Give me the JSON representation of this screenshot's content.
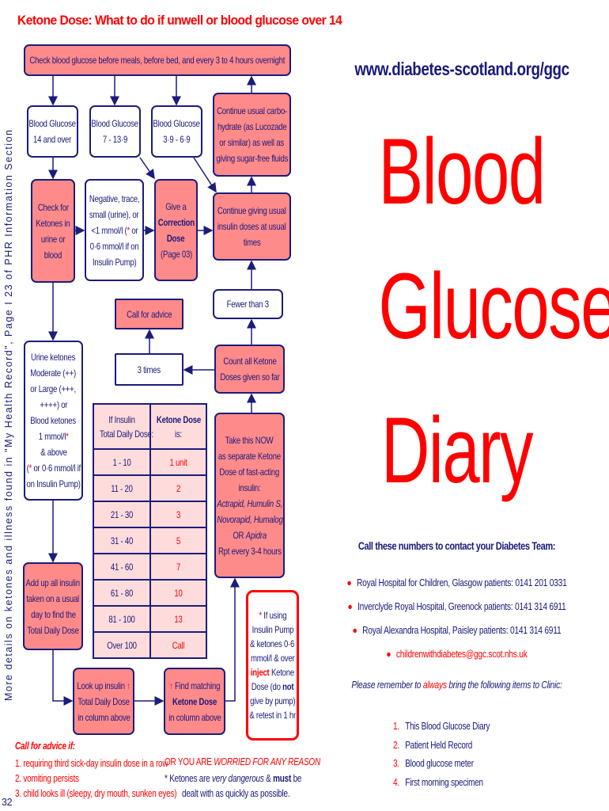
{
  "title": "Ketone Dose: What to do if unwell or blood glucose over 14",
  "vertical_note": "More details on ketones and illness found in \"My Health Record\", Page I 23 of PHR Information Section",
  "flow": {
    "check_glucose": "Check blood glucose before meals, before bed, and every 3 to 4 hours overnight",
    "bg1": [
      "Blood Glucose",
      "14 and over"
    ],
    "bg2": [
      "Blood Glucose",
      "7 - 13·9"
    ],
    "bg3": [
      "Blood Glucose",
      "3·9 - 6·9"
    ],
    "carbo": [
      "Continue usual carbo-",
      "hydrate (as Lucozade",
      "or similar) as well as",
      "giving sugar-free fluids"
    ],
    "check_ketones": [
      "Check for",
      "Ketones in",
      "urine or",
      "blood"
    ],
    "negative": [
      "Negative, trace,",
      "small (urine), or",
      "<1 mmol/l (",
      "*",
      " or",
      "0·6 mmol/l if on",
      "Insulin Pump)"
    ],
    "correction": [
      "Give a",
      "Correction",
      "Dose",
      "(Page 03)"
    ],
    "continue_usual": [
      "Continue giving usual",
      "insulin doses at usual",
      "times"
    ],
    "fewer": "Fewer than 3",
    "call_advice": "Call for advice",
    "three_times": "3 times",
    "count": [
      "Count all Ketone",
      "Doses given so far"
    ],
    "urine": [
      "Urine ketones",
      "Moderate (++)",
      "or Large (+++,",
      "++++) or",
      "Blood ketones",
      "1 mmol/l",
      "*",
      "& above",
      "(",
      "*",
      " or 0·6 mmol/l if",
      "on Insulin Pump)"
    ],
    "take_now": [
      "Take this NOW",
      "as separate Ketone",
      "Dose of fast-acting",
      "insulin:",
      "Actrapid, Humulin S,",
      "Novorapid, Humalog",
      "OR ",
      "Apidra",
      "Rpt every 3-4 hours"
    ],
    "add_up": [
      "Add up all insulin",
      "taken on a usual",
      "day to find the",
      "Total Daily Dose"
    ],
    "look_up": [
      "Look up insulin ",
      "↑",
      "Total Daily Dose",
      "in column above"
    ],
    "find": [
      "↑",
      " Find matching",
      "Ketone Dose",
      "in column above"
    ],
    "pump": [
      "*",
      " If using",
      "Insulin Pump",
      "& ketones 0·6",
      "mmol/l & over",
      "inject",
      " Ketone",
      "Dose (do ",
      "not",
      "give by pump)",
      "& retest in 1 hr"
    ]
  },
  "table": {
    "headers": [
      [
        "If Insulin",
        "Total Daily Dose:"
      ],
      [
        "Ketone Dose",
        "is:"
      ]
    ],
    "rows": [
      [
        "1 - 10",
        "1 unit"
      ],
      [
        "11 - 20",
        "2"
      ],
      [
        "21 - 30",
        "3"
      ],
      [
        "31 - 40",
        "5"
      ],
      [
        "41 - 60",
        "7"
      ],
      [
        "61 - 80",
        "10"
      ],
      [
        "81 - 100",
        "13"
      ],
      [
        "Over 100",
        "Call"
      ]
    ]
  },
  "advice": {
    "heading": "Call for advice if:",
    "items": [
      "1. requiring third sick-day insulin dose in a row",
      "2. vomiting persists",
      "3. child looks ill (sleepy, dry mouth, sunken eyes)"
    ],
    "worried": [
      "OR YOU ARE ",
      "WORRIED FOR ANY REASON"
    ],
    "note": [
      "* Ketones are ",
      "very dangerous",
      " & ",
      "must",
      " be",
      "dealt with as quickly as possible."
    ]
  },
  "page_number": "32",
  "right": {
    "url": "www.diabetes-scotland.org/ggc",
    "title": [
      "Blood",
      "Glucose",
      "Diary"
    ],
    "contact_heading": "Call these numbers to contact your Diabetes Team:",
    "contacts": [
      "Royal Hospital for Children, Glasgow patients: 0141 201 0331",
      "Inverclyde Royal Hospital, Greenock patients: 0141 314 6911",
      "Royal Alexandra Hospital, Paisley patients: 0141 314 6911",
      "childrenwithdiabetes@ggc.scot.nhs.uk"
    ],
    "remember": [
      "Please remember to ",
      "always",
      " bring the following items to Clinic:"
    ],
    "items": [
      [
        "1.",
        "This Blood Glucose Diary"
      ],
      [
        "2.",
        "Patient Held Record"
      ],
      [
        "3.",
        "Blood glucose meter"
      ],
      [
        "4.",
        "First morning specimen"
      ]
    ]
  },
  "colors": {
    "pink": "#ff8a8a",
    "navy": "#1c1c7c",
    "red": "#ff0000",
    "cell": "#ffdcdc"
  }
}
